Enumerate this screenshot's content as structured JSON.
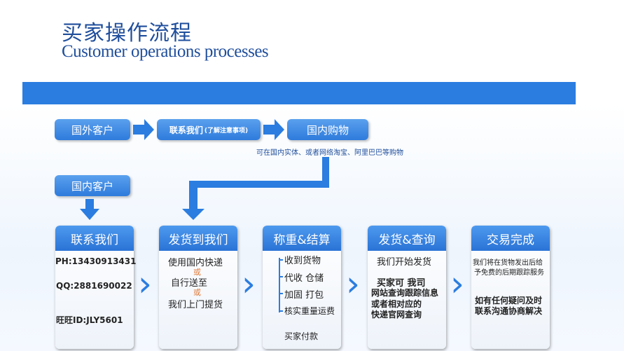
{
  "header": {
    "title_cn": "买家操作流程",
    "title_en": "Customer operations processes"
  },
  "flow": {
    "foreign_customer": "国外客户",
    "contact_us": "联系我们",
    "contact_note": "(了解注意事项)",
    "domestic_shopping": "国内购物",
    "shopping_note": "可在国内实体、或者网络淘宝、阿里巴巴等购物",
    "domestic_customer": "国内客户"
  },
  "steps": [
    {
      "title": "联系我们",
      "lines": [
        "PH:13430913431",
        "QQ:2881690022",
        "旺旺ID:JLY5601"
      ]
    },
    {
      "title": "发货到我们",
      "lines": [
        "使用国内快递",
        "或",
        "自行送至",
        "或",
        "我们上门提货"
      ]
    },
    {
      "title": "称重&结算",
      "lines": [
        "收到货物",
        "代收 仓储",
        "加固 打包",
        "核实重量运费",
        "买家付款"
      ]
    },
    {
      "title": "发货&查询",
      "lines": [
        "我们开始发货",
        "买家可 我司",
        "网站查询跟踪信息",
        "或者相对应的",
        "快递官网查询"
      ]
    },
    {
      "title": "交易完成",
      "lines": [
        "我们将在货物发出后给",
        "予免费的后期跟踪服务",
        "如有任何疑问及时",
        "联系沟通协商解决"
      ]
    }
  ],
  "colors": {
    "accent": "#2b7de0",
    "title": "#1f4e9c",
    "or_text": "#e07a3a"
  }
}
